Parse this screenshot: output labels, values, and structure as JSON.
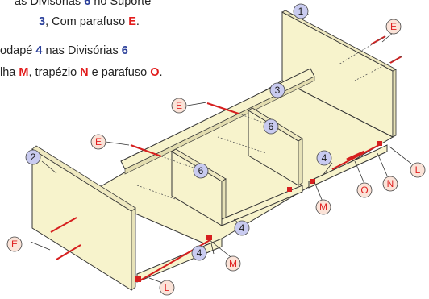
{
  "instructions": {
    "line1": {
      "text_a": "as Divisórias ",
      "ref_6": "6",
      "text_b": " no Suporte"
    },
    "line2": {
      "ref_3": "3",
      "text_a": ", Com parafuso ",
      "ref_E": "E",
      "text_b": "."
    },
    "line3": {
      "text_a": "odapé ",
      "ref_4": "4",
      "text_b": " nas Divisórias ",
      "ref_6": "6"
    },
    "line4": {
      "text_a": "lha ",
      "ref_M": "M",
      "text_b": ", trapézio ",
      "ref_N": "N",
      "text_c": " e parafuso ",
      "ref_O": "O",
      "text_d": "."
    }
  },
  "diagram": {
    "part_labels": [
      "1",
      "2",
      "3",
      "4",
      "6"
    ],
    "hardware_labels": [
      "E",
      "L",
      "M",
      "N",
      "O"
    ]
  },
  "colors": {
    "panel_fill": "#f7f3cc",
    "panel_edge": "#333333",
    "part_circle_fill": "#c9cbf0",
    "hardware_circle_fill": "#fbe3d8",
    "hardware_text": "#e02020",
    "screw_red": "#d61f1f",
    "ref_blue": "#2a3f9a"
  }
}
